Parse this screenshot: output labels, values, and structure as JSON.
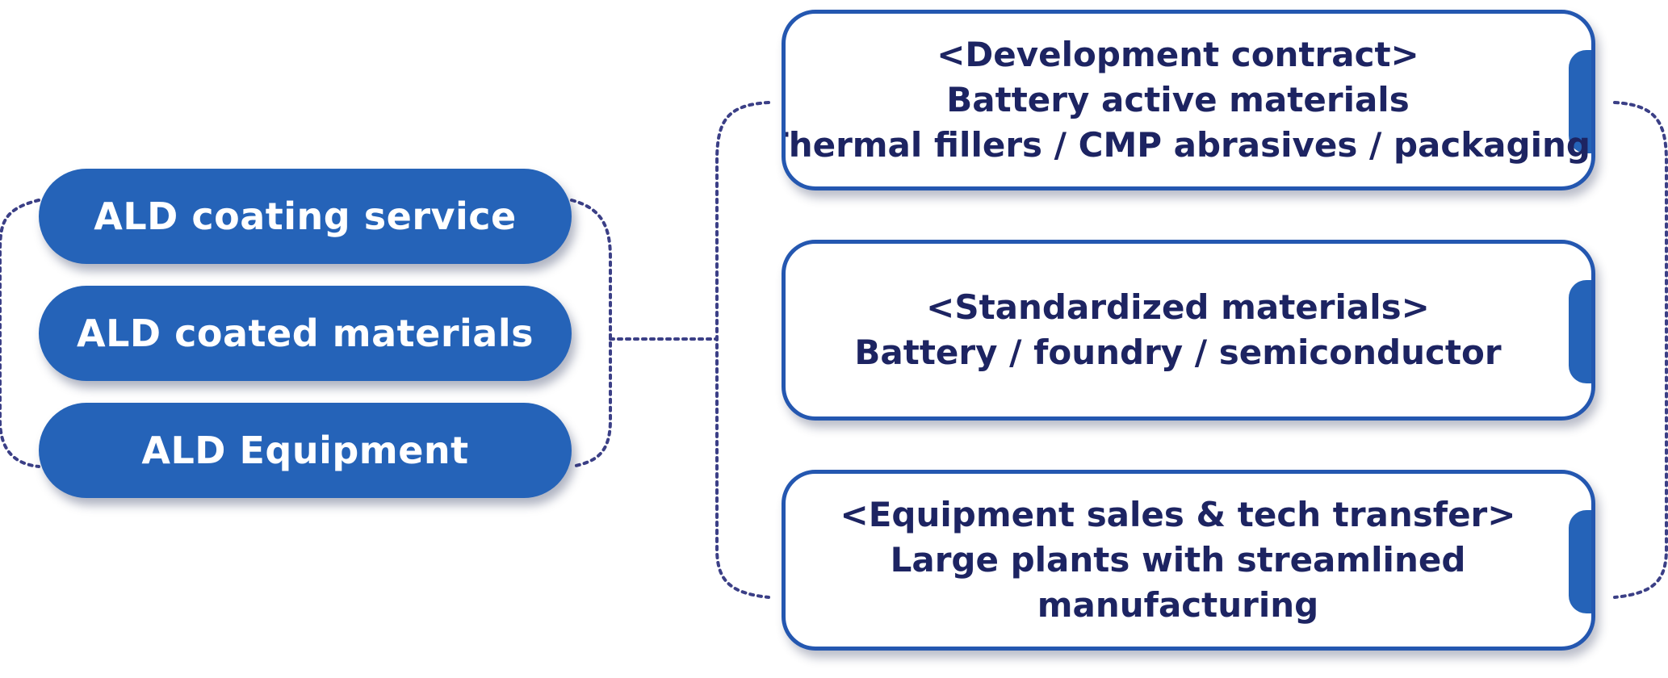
{
  "offerings": [
    {
      "label": "ALD coating service"
    },
    {
      "label": "ALD coated materials"
    },
    {
      "label": "ALD Equipment"
    }
  ],
  "business_models": [
    {
      "title": "<Development contract>",
      "lines": [
        "Battery active materials",
        "Thermal fillers / CMP abrasives / packaging"
      ]
    },
    {
      "title": "<Standardized materials>",
      "lines": [
        "Battery / foundry / semiconductor"
      ]
    },
    {
      "title": "<Equipment sales & tech transfer>",
      "lines": [
        "Large plants with streamlined",
        "manufacturing"
      ]
    }
  ],
  "colors": {
    "pill_fill": "#2563b8",
    "card_border": "#2457b0",
    "card_text": "#1d2462",
    "connector": "#3b3f86"
  }
}
